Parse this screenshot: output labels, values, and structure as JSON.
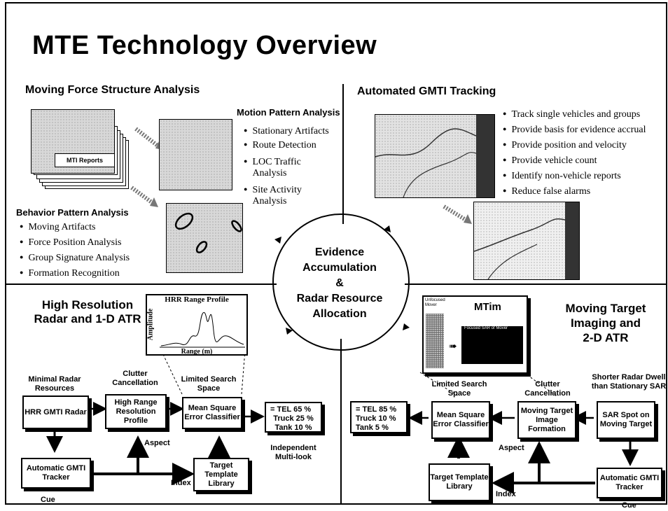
{
  "title": "MTE Technology Overview",
  "tl": {
    "heading": "Moving Force Structure Analysis",
    "mti_reports": "MTI Reports",
    "motion_heading": "Motion Pattern Analysis",
    "motion_items": [
      "Stationary Artifacts",
      "Route Detection",
      "LOC Traffic Analysis",
      "Site Activity Analysis"
    ],
    "behavior_heading": "Behavior Pattern Analysis",
    "behavior_items": [
      "Moving Artifacts",
      "Force Position Analysis",
      "Group Signature Analysis",
      "Formation Recognition"
    ]
  },
  "tr": {
    "heading": "Automated GMTI Tracking",
    "items": [
      "Track single vehicles and groups",
      "Provide basis for evidence accrual",
      "Provide position and velocity",
      "Provide vehicle count",
      "Identify non-vehicle reports",
      "Reduce false alarms"
    ]
  },
  "center": {
    "line1": "Evidence",
    "line2": "Accumulation",
    "line3": "&",
    "line4": "Radar Resource",
    "line5": "Allocation"
  },
  "bl": {
    "heading1": "High Resolution",
    "heading2": "Radar and 1-D ATR",
    "hrr_title": "HRR Range Profile",
    "hrr_ylabel": "Amplitude",
    "hrr_xlabel": "Range (m)",
    "lbl_minimal": "Minimal Radar Resources",
    "lbl_clutter": "Clutter Cancellation",
    "lbl_limited": "Limited Search Space",
    "box_hrr": "HRR GMTI Radar",
    "box_high": "High Range Resolution Profile",
    "box_mse": "Mean Square Error Classifier",
    "result": [
      "= TEL 65 %",
      "Truck 25 %",
      "Tank 10 %"
    ],
    "lbl_independent": "Independent Multi-look",
    "box_tracker": "Automatic GMTI Tracker",
    "lbl_aspect": "Aspect",
    "lbl_index": "Index",
    "box_library": "Target Template Library",
    "lbl_cue": "Cue"
  },
  "br": {
    "heading1": "Moving Target",
    "heading2": "Imaging and",
    "heading3": "2-D ATR",
    "mtim": "MTim",
    "unfocused": "Unfocused Mover",
    "focused": "Focused SAR of Mover",
    "lbl_limited": "Limited Search Space",
    "lbl_clutter": "Clutter Cancellation",
    "lbl_shorter": "Shorter Radar Dwell than Stationary SAR",
    "result": [
      "= TEL 85 %",
      "Truck 10 %",
      "Tank 5 %"
    ],
    "box_mse": "Mean Square Error Classifier",
    "box_mtif": "Moving Target Image Formation",
    "box_sar": "SAR Spot on Moving Target",
    "lbl_aspect": "Aspect",
    "box_library": "Target Template Library",
    "lbl_index": "Index",
    "box_tracker": "Automatic GMTI Tracker",
    "lbl_cue": "Cue"
  }
}
